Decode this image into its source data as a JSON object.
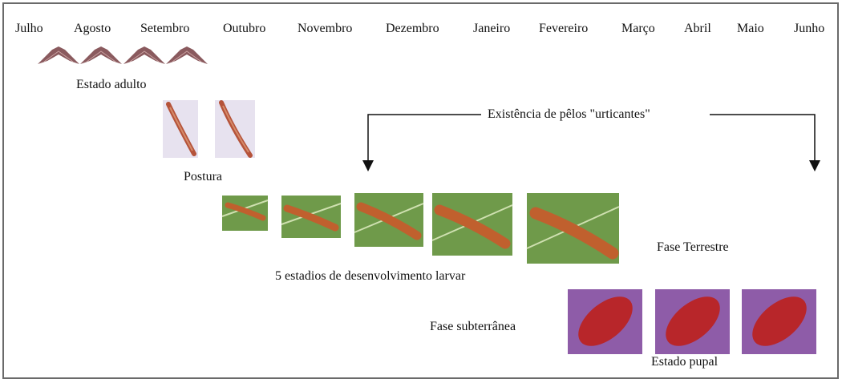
{
  "months": [
    "Julho",
    "Agosto",
    "Setembro",
    "Outubro",
    "Novembro",
    "Dezembro",
    "Janeiro",
    "Fevereiro",
    "Março",
    "Abril",
    "Maio",
    "Junho"
  ],
  "labels": {
    "adult": "Estado adulto",
    "eggs": "Postura",
    "hairs": "Existência de pêlos \"urticantes\"",
    "larval": "5 estadios de desenvolvimento larvar",
    "terrestrial": "Fase Terrestre",
    "underground": "Fase subterrânea",
    "pupal": "Estado pupal"
  },
  "colors": {
    "moth": "#8a5a5e",
    "egg_mass": "#b5533a",
    "leaf": "#6f9a4a",
    "caterpillar": "#c0602e",
    "pupa": "#b8262a",
    "pupa_bg": "#8e5ca8",
    "border": "#6a6a6a"
  }
}
